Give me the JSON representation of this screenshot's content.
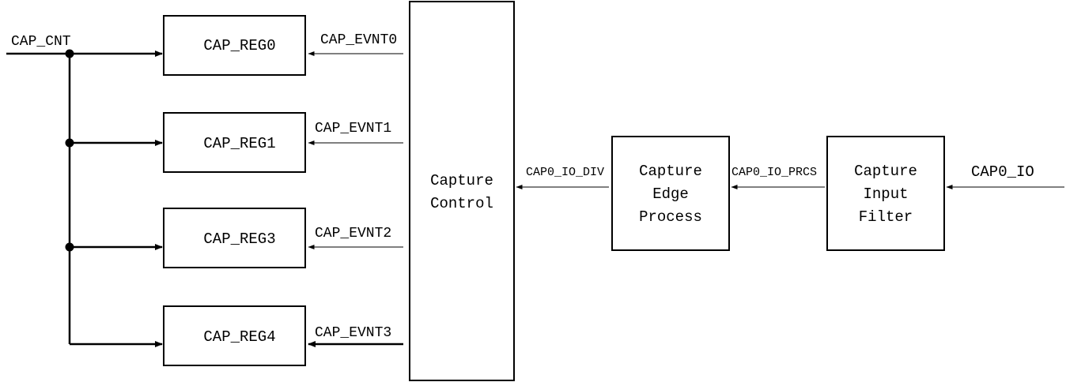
{
  "input_label": "CAP_CNT",
  "registers": [
    {
      "label": "CAP_REG0",
      "event": "CAP_EVNT0"
    },
    {
      "label": "CAP_REG1",
      "event": "CAP_EVNT1"
    },
    {
      "label": "CAP_REG3",
      "event": "CAP_EVNT2"
    },
    {
      "label": "CAP_REG4",
      "event": "CAP_EVNT3"
    }
  ],
  "capture_control": {
    "line1": "Capture",
    "line2": "Control"
  },
  "edge_process": {
    "line1": "Capture",
    "line2": "Edge",
    "line3": "Process"
  },
  "input_filter": {
    "line1": "Capture",
    "line2": "Input",
    "line3": "Filter"
  },
  "signals": {
    "io_div": "CAP0_IO_DIV",
    "io_prcs": "CAP0_IO_PRCS",
    "io": "CAP0_IO"
  }
}
